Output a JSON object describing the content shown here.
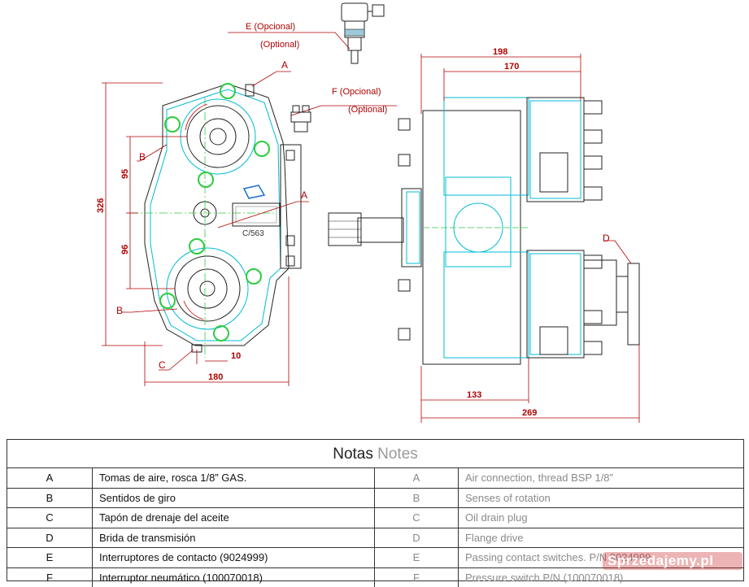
{
  "drawing": {
    "dimensions": {
      "height_total": "326",
      "upper_offset": "95",
      "lower_offset": "96",
      "width_front": "180",
      "drain_offset": "10",
      "side_width_1": "198",
      "side_width_2": "170",
      "side_depth_1": "133",
      "side_depth_2": "269"
    },
    "callouts": {
      "e_line1": "E  (Opcional)",
      "e_line2": "(Optional)",
      "f_line1": "F  (Opcional)",
      "f_line2": "(Optional)",
      "a_top": "A",
      "a_mid": "A",
      "b_upper": "B",
      "b_lower": "B",
      "c": "C",
      "d": "D"
    },
    "plate_label": "C/563",
    "colors": {
      "outline": "#00bcd4",
      "mounting": "#2ecc40",
      "dimension": "#b00000"
    }
  },
  "notes": {
    "title_es": "Notas",
    "title_en": "Notes",
    "rows": [
      {
        "letter": "A",
        "es": "Tomas de aire, rosca 1/8” GAS.",
        "en": "Air connection, thread BSP 1/8”"
      },
      {
        "letter": "B",
        "es": "Sentidos de giro",
        "en": "Senses of rotation"
      },
      {
        "letter": "C",
        "es": "Tapón de drenaje del aceite",
        "en": "Oil drain plug"
      },
      {
        "letter": "D",
        "es": "Brida de transmisión",
        "en": "Flange drive"
      },
      {
        "letter": "E",
        "es": "Interruptores de contacto (9024999)",
        "en": "Passing contact switches. P/N 9024999"
      },
      {
        "letter": "F",
        "es": "Interruptor neumático (100070018)",
        "en": "Pressure switch P/N (100070018)"
      }
    ]
  },
  "watermark": {
    "text": "Sprzedajemy.pl"
  }
}
